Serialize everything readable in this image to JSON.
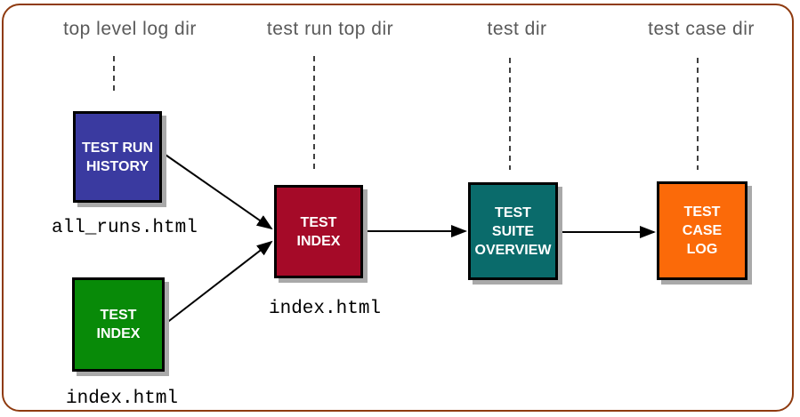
{
  "frame": {
    "border_color": "#8F3B10",
    "background": "#FFFFFF"
  },
  "columns": [
    {
      "label": "top level log dir"
    },
    {
      "label": "test run top dir"
    },
    {
      "label": "test dir"
    },
    {
      "label": "test case dir"
    }
  ],
  "nodes": {
    "test_run_history": {
      "label": "TEST RUN\nHISTORY",
      "color": "#3A3AA0",
      "file": "all_runs.html"
    },
    "test_index_top": {
      "label": "TEST\nINDEX",
      "color": "#088A08",
      "file": "index.html"
    },
    "test_index_run": {
      "label": "TEST\nINDEX",
      "color": "#A50A28",
      "file": "index.html"
    },
    "test_suite_overview": {
      "label": "TEST\nSUITE\nOVERVIEW",
      "color": "#0A6B6B"
    },
    "test_case_log": {
      "label": "TEST\nCASE\nLOG",
      "color": "#FB6A09"
    }
  },
  "colors": {
    "header_text": "#5A5A5A",
    "connector": "#000000",
    "shadow": "#A9A9A9"
  }
}
